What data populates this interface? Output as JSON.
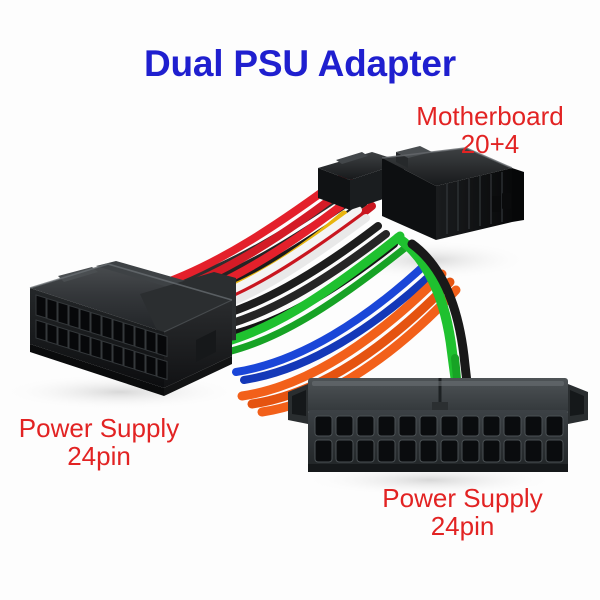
{
  "image": {
    "type": "product-photo",
    "subject": "Dual PSU Adapter cable",
    "background_color": "#fdfdfd"
  },
  "title": {
    "text": "Dual PSU Adapter",
    "color": "#1f1fcf"
  },
  "labels": {
    "motherboard": {
      "line1": "Motherboard",
      "line2": "20+4",
      "color": "#e22323"
    },
    "psu_left": {
      "line1": "Power Supply",
      "line2": "24pin",
      "color": "#e22323"
    },
    "psu_right": {
      "line1": "Power Supply",
      "line2": "24pin",
      "color": "#e22323"
    }
  },
  "connectors": [
    {
      "name": "psu-left-connector",
      "pin_count": 24,
      "rows": 2,
      "columns": 12,
      "gender": "female",
      "body_color": "#1d1d1d",
      "view": "three-quarter-left"
    },
    {
      "name": "motherboard-connector",
      "pin_count": 24,
      "label": "20+4",
      "rows": 2,
      "columns": 12,
      "gender": "male",
      "body_color": "#161616",
      "view": "three-quarter-right"
    },
    {
      "name": "psu-right-connector",
      "pin_count": 24,
      "rows": 2,
      "columns": 12,
      "gender": "female",
      "body_color": "#2b2f31",
      "view": "front"
    }
  ],
  "wire_colors": {
    "red": "#e01b24",
    "white": "#f2f2f2",
    "black": "#191919",
    "green": "#1fc12f",
    "blue": "#1a46d8",
    "orange": "#f2601a",
    "yellow": "#e8b40d",
    "dark_gray": "#3a3a3a"
  }
}
